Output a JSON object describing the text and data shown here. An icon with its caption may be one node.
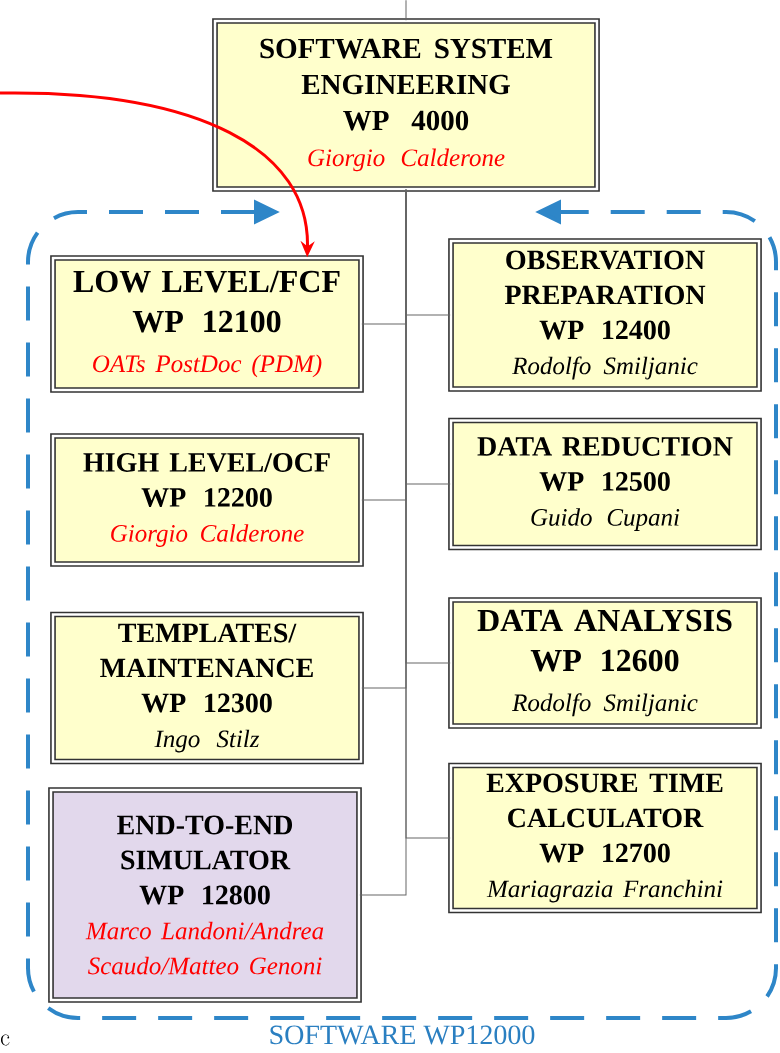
{
  "diagram": {
    "nodes": [
      {
        "text": [
          "SOFTWARE SYSTEM ENGINEERING",
          "WP 4000",
          "Giorgio Calderone"
        ]
      },
      {
        "text": [
          "SOFTWARE WP12000"
        ]
      },
      {
        "text": [
          "LOW LEVEL/FCF",
          "WP 12100",
          "OATs PostDoc (PDM)"
        ],
        "in": 1
      },
      {
        "text": [
          "OBSERVATION PREPARATION",
          "WP 12400",
          "Rodolfo Smiljanic"
        ],
        "in": 1
      },
      {
        "text": [
          "HIGH LEVEL/OCF",
          "WP 12200",
          "Giorgio Calderone"
        ],
        "in": 1
      },
      {
        "text": [
          "DATA REDUCTION",
          "WP 12500",
          "Guido Cupani"
        ],
        "in": 1
      },
      {
        "text": [
          "TEMPLATES/ MAINTENANCE",
          "WP 12300",
          "Ingo Stilz"
        ],
        "in": 1
      },
      {
        "text": [
          "DATA ANALYSIS",
          "WP 12600",
          "Rodolfo Smiljanic"
        ],
        "in": 1
      },
      {
        "text": [
          "END-TO-END SIMULATOR",
          "WP 12800",
          "Marco Landoni/Andrea Scaudo/Matteo Genoni"
        ],
        "in": 1
      },
      {
        "text": [
          "EXPOSURE TIME CALCULATOR",
          "WP 12700",
          "Mariagrazia Franchini"
        ],
        "in": 1
      }
    ],
    "edges": [
      {
        "from": null,
        "to": 0,
        "arrow": "none"
      },
      {
        "from": 0,
        "to": 2,
        "arrow": "none"
      },
      {
        "from": 0,
        "to": 3,
        "arrow": "none"
      },
      {
        "from": 0,
        "to": 4,
        "arrow": "none"
      },
      {
        "from": 0,
        "to": 5,
        "arrow": "none"
      },
      {
        "from": 0,
        "to": 6,
        "arrow": "none"
      },
      {
        "from": 0,
        "to": 7,
        "arrow": "none"
      },
      {
        "from": 0,
        "to": 8,
        "arrow": "none"
      },
      {
        "from": 0,
        "to": 9,
        "arrow": "none"
      },
      {
        "from": null,
        "to": 2,
        "arrow": "to",
        "style": "thick",
        "color": "#ff0000"
      }
    ],
    "labels": [
      "c"
    ]
  }
}
